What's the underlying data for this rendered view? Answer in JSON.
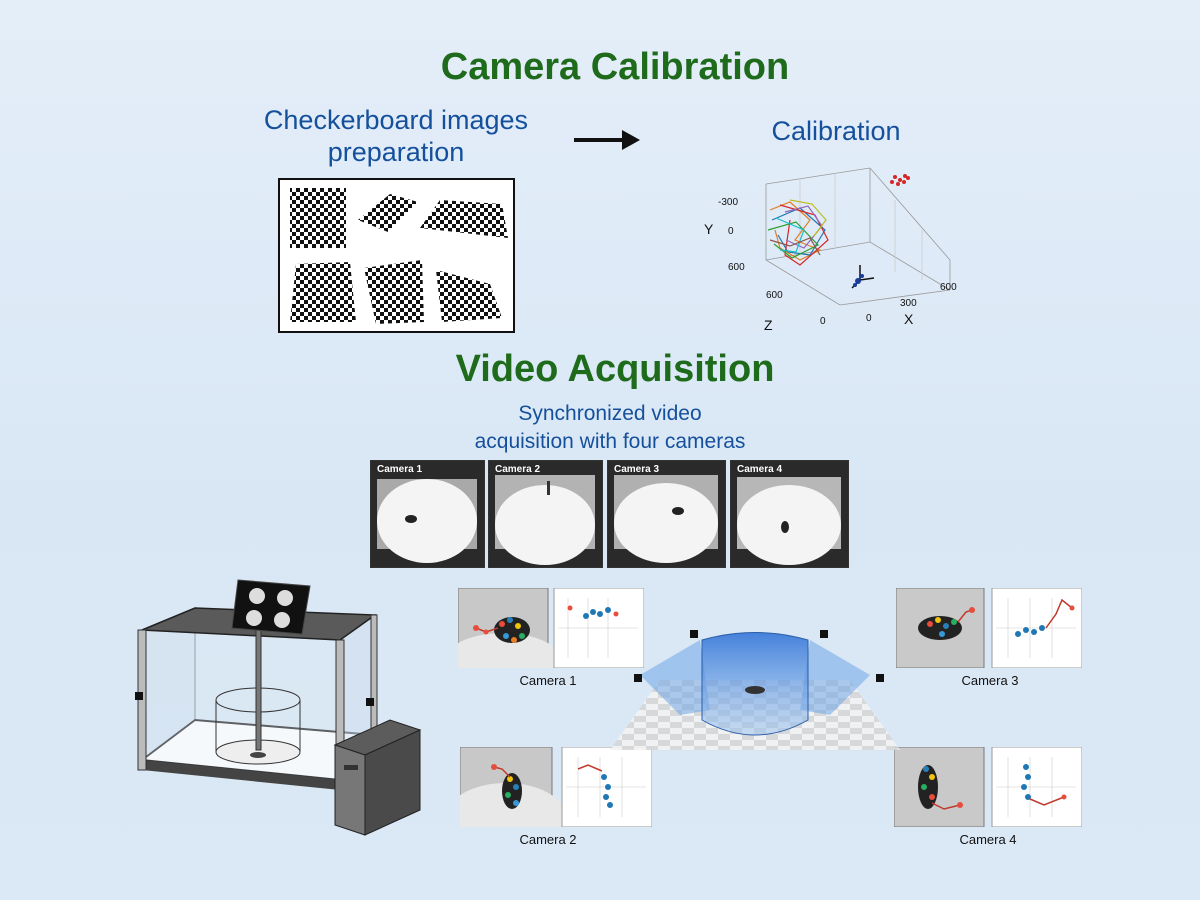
{
  "calibration_section": {
    "title": "Camera Calibration",
    "checkerboard_label_line1": "Checkerboard images",
    "checkerboard_label_line2": "preparation",
    "calibration_label": "Calibration",
    "plot_axes": {
      "y_label": "Y",
      "z_label": "Z",
      "x_label": "X",
      "y_ticks": [
        "-300",
        "0",
        "600"
      ],
      "z_ticks": [
        "600",
        "0"
      ],
      "x_ticks": [
        "0",
        "300",
        "600"
      ]
    }
  },
  "acquisition_section": {
    "title": "Video Acquisition",
    "subtitle_line1": "Synchronized video",
    "subtitle_line2": "acquisition with four cameras",
    "camera_frames": [
      "Camera 1",
      "Camera 2",
      "Camera 3",
      "Camera 4"
    ],
    "camera_panels": [
      "Camera 1",
      "Camera 2",
      "Camera 3",
      "Camera 4"
    ]
  },
  "colors": {
    "title_green": "#1f6b1c",
    "label_blue": "#15509c",
    "background": "#dde9f6"
  }
}
